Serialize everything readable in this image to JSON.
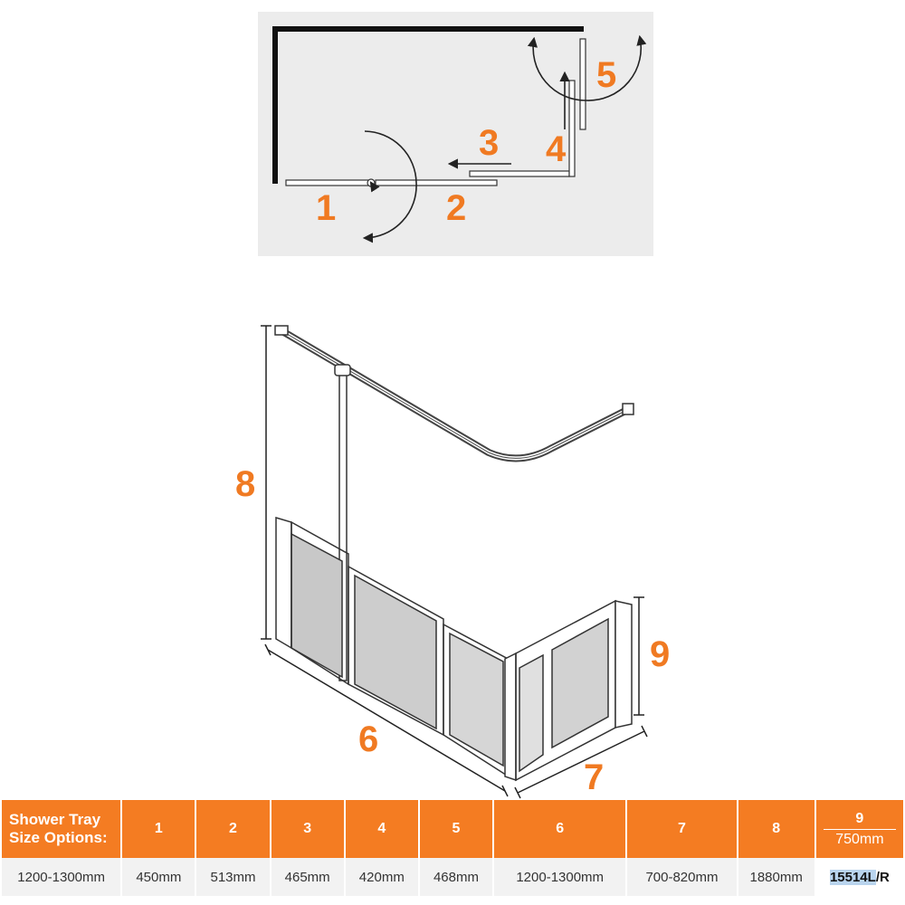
{
  "plan": {
    "labels": [
      "1",
      "2",
      "3",
      "4",
      "5"
    ],
    "colors": {
      "background": "#ececec",
      "wall": "#111111",
      "callout": "#f07a22"
    }
  },
  "iso": {
    "labels": {
      "height": "8",
      "width": "6",
      "depth": "7",
      "panel": "9"
    }
  },
  "table": {
    "header_label": "Shower Tray Size Options:",
    "columns": [
      "1",
      "2",
      "3",
      "4",
      "5",
      "6",
      "7",
      "8"
    ],
    "last_column": {
      "top": "9",
      "bottom": "750mm"
    },
    "row": [
      "1200-1300mm",
      "450mm",
      "513mm",
      "465mm",
      "420mm",
      "468mm",
      "1200-1300mm",
      "700-820mm",
      "1880mm"
    ],
    "product_code": {
      "highlight": "15514L",
      "suffix": "/R"
    },
    "colors": {
      "header": "#f47c22",
      "cell": "#f2f2f2"
    }
  }
}
